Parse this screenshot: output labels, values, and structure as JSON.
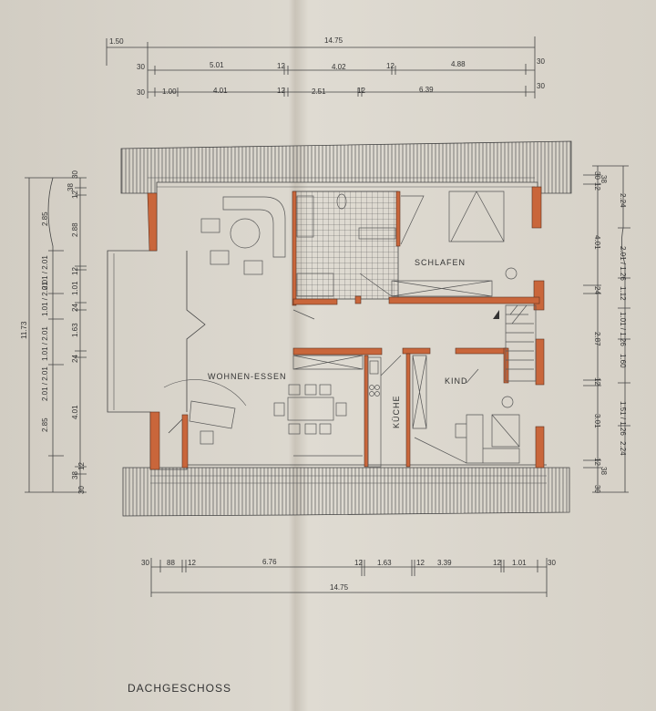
{
  "plan": {
    "title": "DACHGESCHOSS",
    "rooms": {
      "living_dining": "WOHNEN-ESSEN",
      "bedroom": "SCHLAFEN",
      "kitchen": "KÜCHE",
      "child": "KIND"
    },
    "colors": {
      "paper": "#d8d3ca",
      "walls": "#c9663b",
      "lines": "#444444"
    }
  },
  "dimensions": {
    "top": {
      "row1": [
        "1.50",
        "14.75"
      ],
      "row2": [
        "30",
        "5.01",
        "12",
        "4.02",
        "12",
        "4.88",
        "30"
      ],
      "row3": [
        "30",
        "1.00",
        "4.01",
        "12",
        "2.51",
        "12",
        "6.39",
        "30"
      ]
    },
    "left": {
      "outer": [
        "11.73"
      ],
      "middle": [
        "2.85",
        "2.01 / 2.01",
        "1.01 / 2.01",
        "1.01 / 2.01",
        "2.01 / 2.01",
        "2.85"
      ],
      "inner": [
        "30",
        "38",
        "12",
        "2.88",
        "12",
        "1.01",
        "24",
        "1.63",
        "24",
        "4.01",
        "12",
        "38",
        "30"
      ]
    },
    "right": {
      "inner": [
        "30",
        "38",
        "12",
        "4.01",
        "24",
        "2.87",
        "12",
        "3.01",
        "12",
        "38",
        "30"
      ],
      "outer": [
        "2.24",
        "2.01 / 1.26",
        "1.12",
        "1.01 / 1.26",
        "1.60",
        "1.51 / 1.26",
        "2.24"
      ]
    },
    "bottom": {
      "row1": [
        "30",
        "88",
        "12",
        "6.76",
        "12",
        "1.63",
        "12",
        "3.39",
        "12",
        "1.01",
        "30"
      ],
      "row2": [
        "14.75"
      ]
    }
  }
}
